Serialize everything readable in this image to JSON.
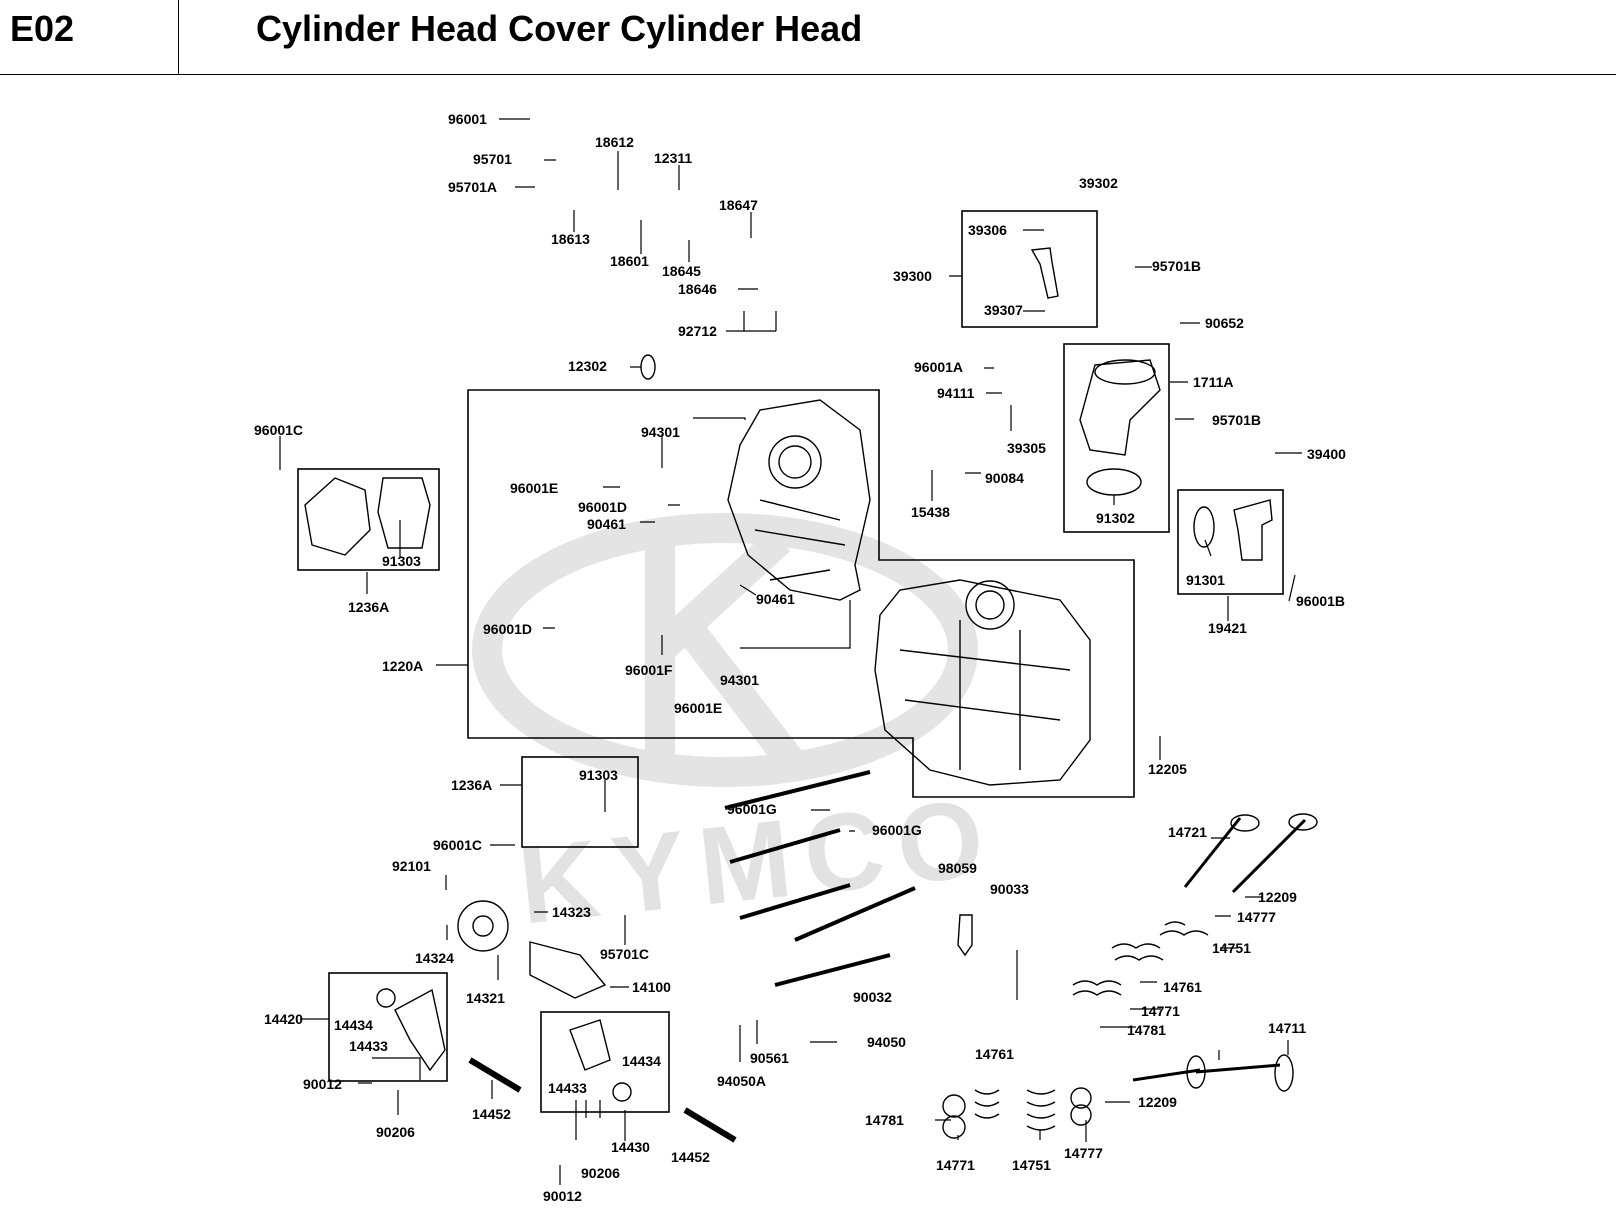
{
  "header": {
    "code": "E02",
    "title": "Cylinder Head Cover  Cylinder Head"
  },
  "watermark": {
    "text": "KYMCO",
    "color": "#e2e2e2"
  },
  "parts": [
    "96001",
    "95701",
    "95701A",
    "18612",
    "12311",
    "18647",
    "18613",
    "18601",
    "18645",
    "18646",
    "92712",
    "12302",
    "39302",
    "39306",
    "39300",
    "39307",
    "95701B",
    "90652",
    "96001A",
    "94111",
    "39305",
    "90084",
    "15438",
    "1711A",
    "95701B",
    "39400",
    "91302",
    "91301",
    "96001B",
    "19421",
    "96001C",
    "91303",
    "1236A",
    "94301",
    "96001E",
    "96001D",
    "90461",
    "90461",
    "96001D",
    "96001F",
    "94301",
    "96001E",
    "1220A",
    "12205",
    "1236A",
    "91303",
    "96001C",
    "96001G",
    "96001G",
    "92101",
    "14323",
    "14324",
    "95701C",
    "14321",
    "14100",
    "98059",
    "90033",
    "14721",
    "12209",
    "14777",
    "14751",
    "14761",
    "14771",
    "14781",
    "14420",
    "14434",
    "14433",
    "90032",
    "90012",
    "90206",
    "14452",
    "14434",
    "14433",
    "14430",
    "90561",
    "94050A",
    "94050",
    "14452",
    "90206",
    "90012",
    "14711",
    "14761",
    "14781",
    "14771",
    "14751",
    "14777",
    "12209"
  ]
}
